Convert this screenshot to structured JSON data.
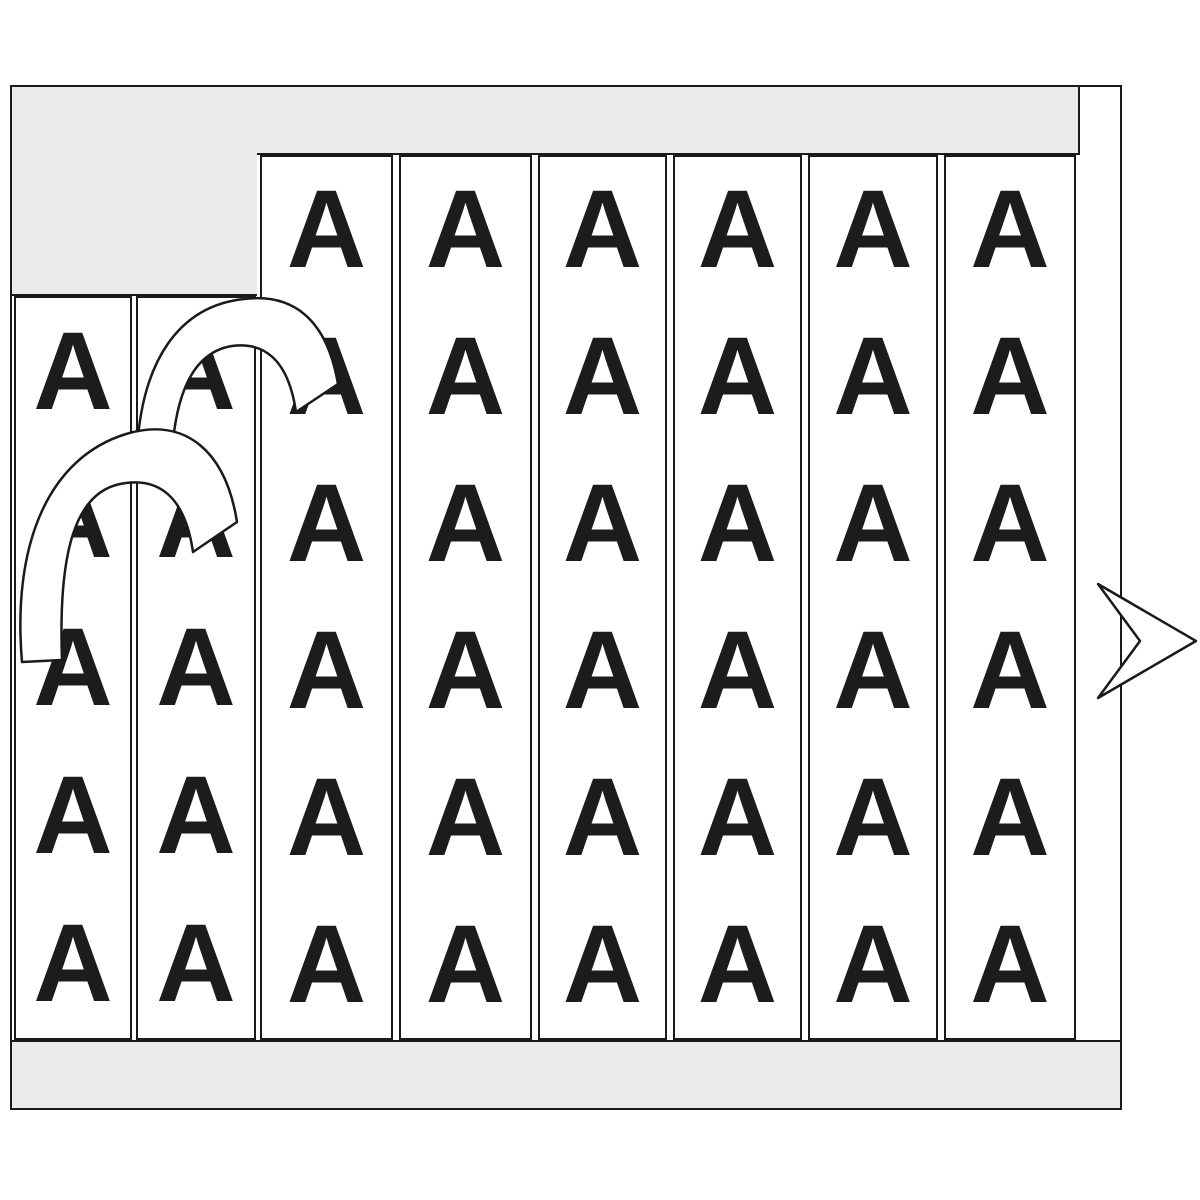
{
  "product": {
    "type": "wire-marker-label-card",
    "letter": "A",
    "total_printed_labels": 46,
    "peeled_labels_count": 2
  },
  "card": {
    "letter": "A",
    "strips": [
      {
        "id": 1,
        "rows": 5
      },
      {
        "id": 2,
        "rows": 5
      },
      {
        "id": 3,
        "rows": 6
      },
      {
        "id": 4,
        "rows": 6
      },
      {
        "id": 5,
        "rows": 6
      },
      {
        "id": 6,
        "rows": 6
      },
      {
        "id": 7,
        "rows": 6
      },
      {
        "id": 8,
        "rows": 6
      }
    ],
    "colors": {
      "page_bg": "#ffffff",
      "card_band_bg": "#ebebeb",
      "strip_bg": "#ffffff",
      "outline": "#1a1a1a",
      "letter": "#1c1c1c"
    }
  }
}
